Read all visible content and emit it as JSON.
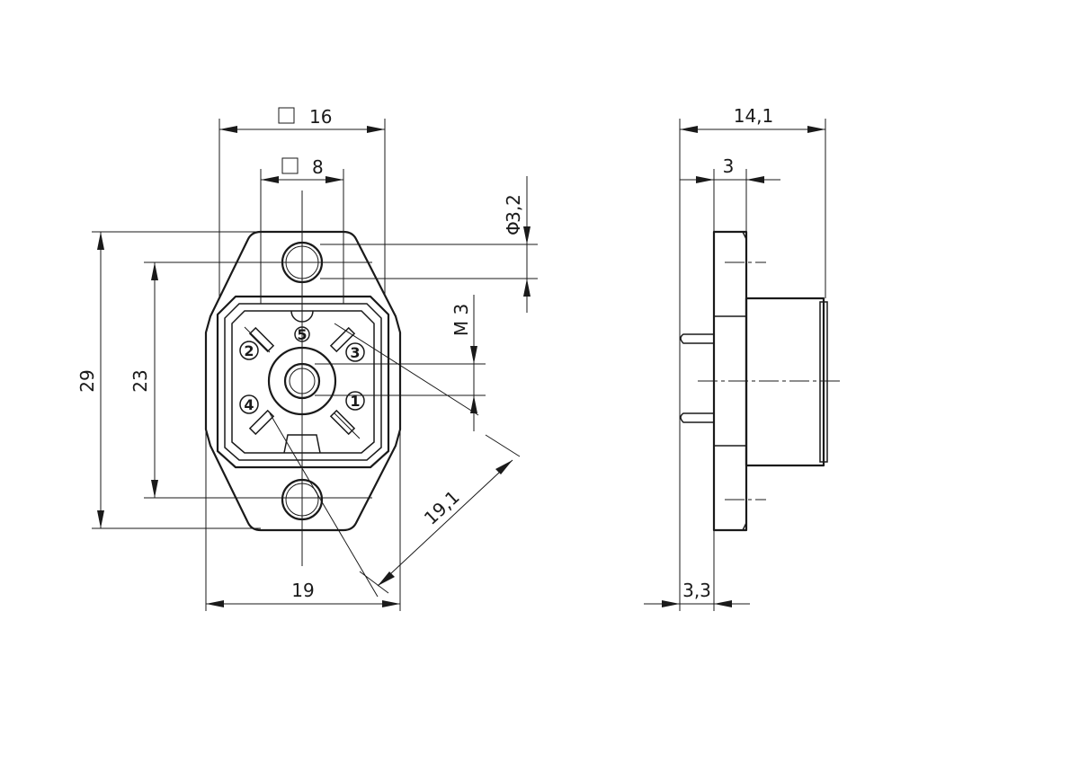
{
  "dimensions": {
    "square_outer": {
      "symbol": "□",
      "value": "16"
    },
    "square_inner": {
      "symbol": "□",
      "value": "8"
    },
    "hole_diameter": {
      "symbol": "Φ",
      "value": "3,2"
    },
    "thread": "M 3",
    "height_total": "29",
    "hole_spacing": "23",
    "width_total": "19",
    "diagonal": "19,1",
    "side_total_depth": "14,1",
    "side_flange": "3",
    "side_pin": "3,3"
  },
  "pins": [
    "1",
    "2",
    "3",
    "4",
    "5"
  ]
}
